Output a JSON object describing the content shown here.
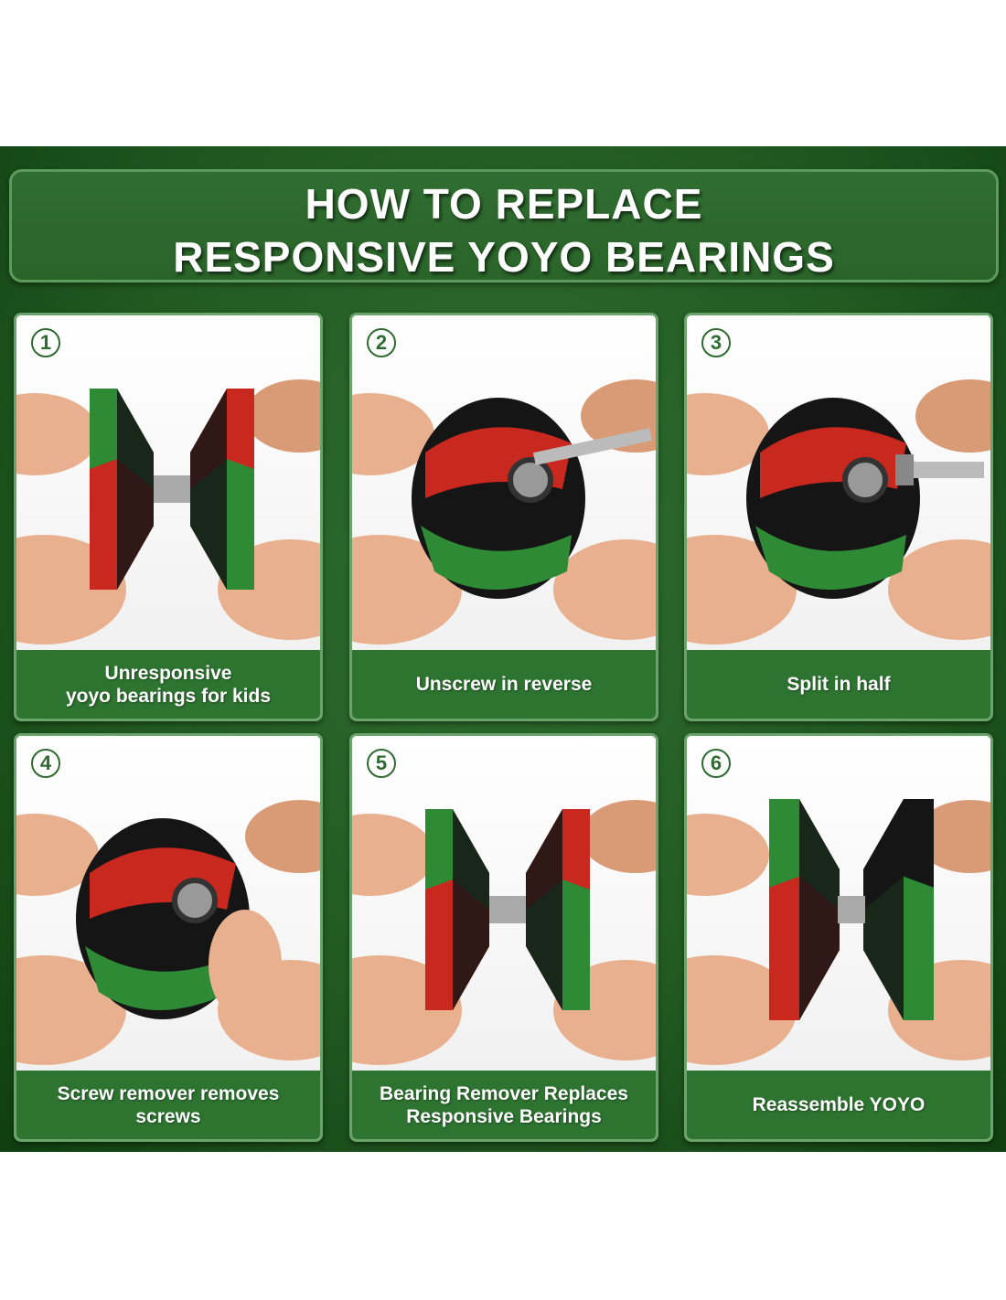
{
  "header": {
    "title_line1": "HOW TO REPLACE",
    "title_line2": "RESPONSIVE YOYO BEARINGS"
  },
  "colors": {
    "panel_green": "#225a22",
    "caption_green": "#2e7431",
    "yoyo_red": "#c8281e",
    "yoyo_green": "#2f8a35",
    "yoyo_black": "#151515"
  },
  "steps": [
    {
      "number": "1",
      "caption": "Unresponsive\nyoyo bearings for kids",
      "icon": "yoyo-two-halves-photo"
    },
    {
      "number": "2",
      "caption": "Unscrew in reverse",
      "icon": "yoyo-unscrew-photo"
    },
    {
      "number": "3",
      "caption": "Split in half",
      "icon": "yoyo-split-photo"
    },
    {
      "number": "4",
      "caption": "Screw remover removes\nscrews",
      "icon": "screw-remover-photo"
    },
    {
      "number": "5",
      "caption": "Bearing Remover Replaces\nResponsive Bearings",
      "icon": "bearing-replace-photo"
    },
    {
      "number": "6",
      "caption": "Reassemble YOYO",
      "icon": "yoyo-assembled-photo"
    }
  ]
}
